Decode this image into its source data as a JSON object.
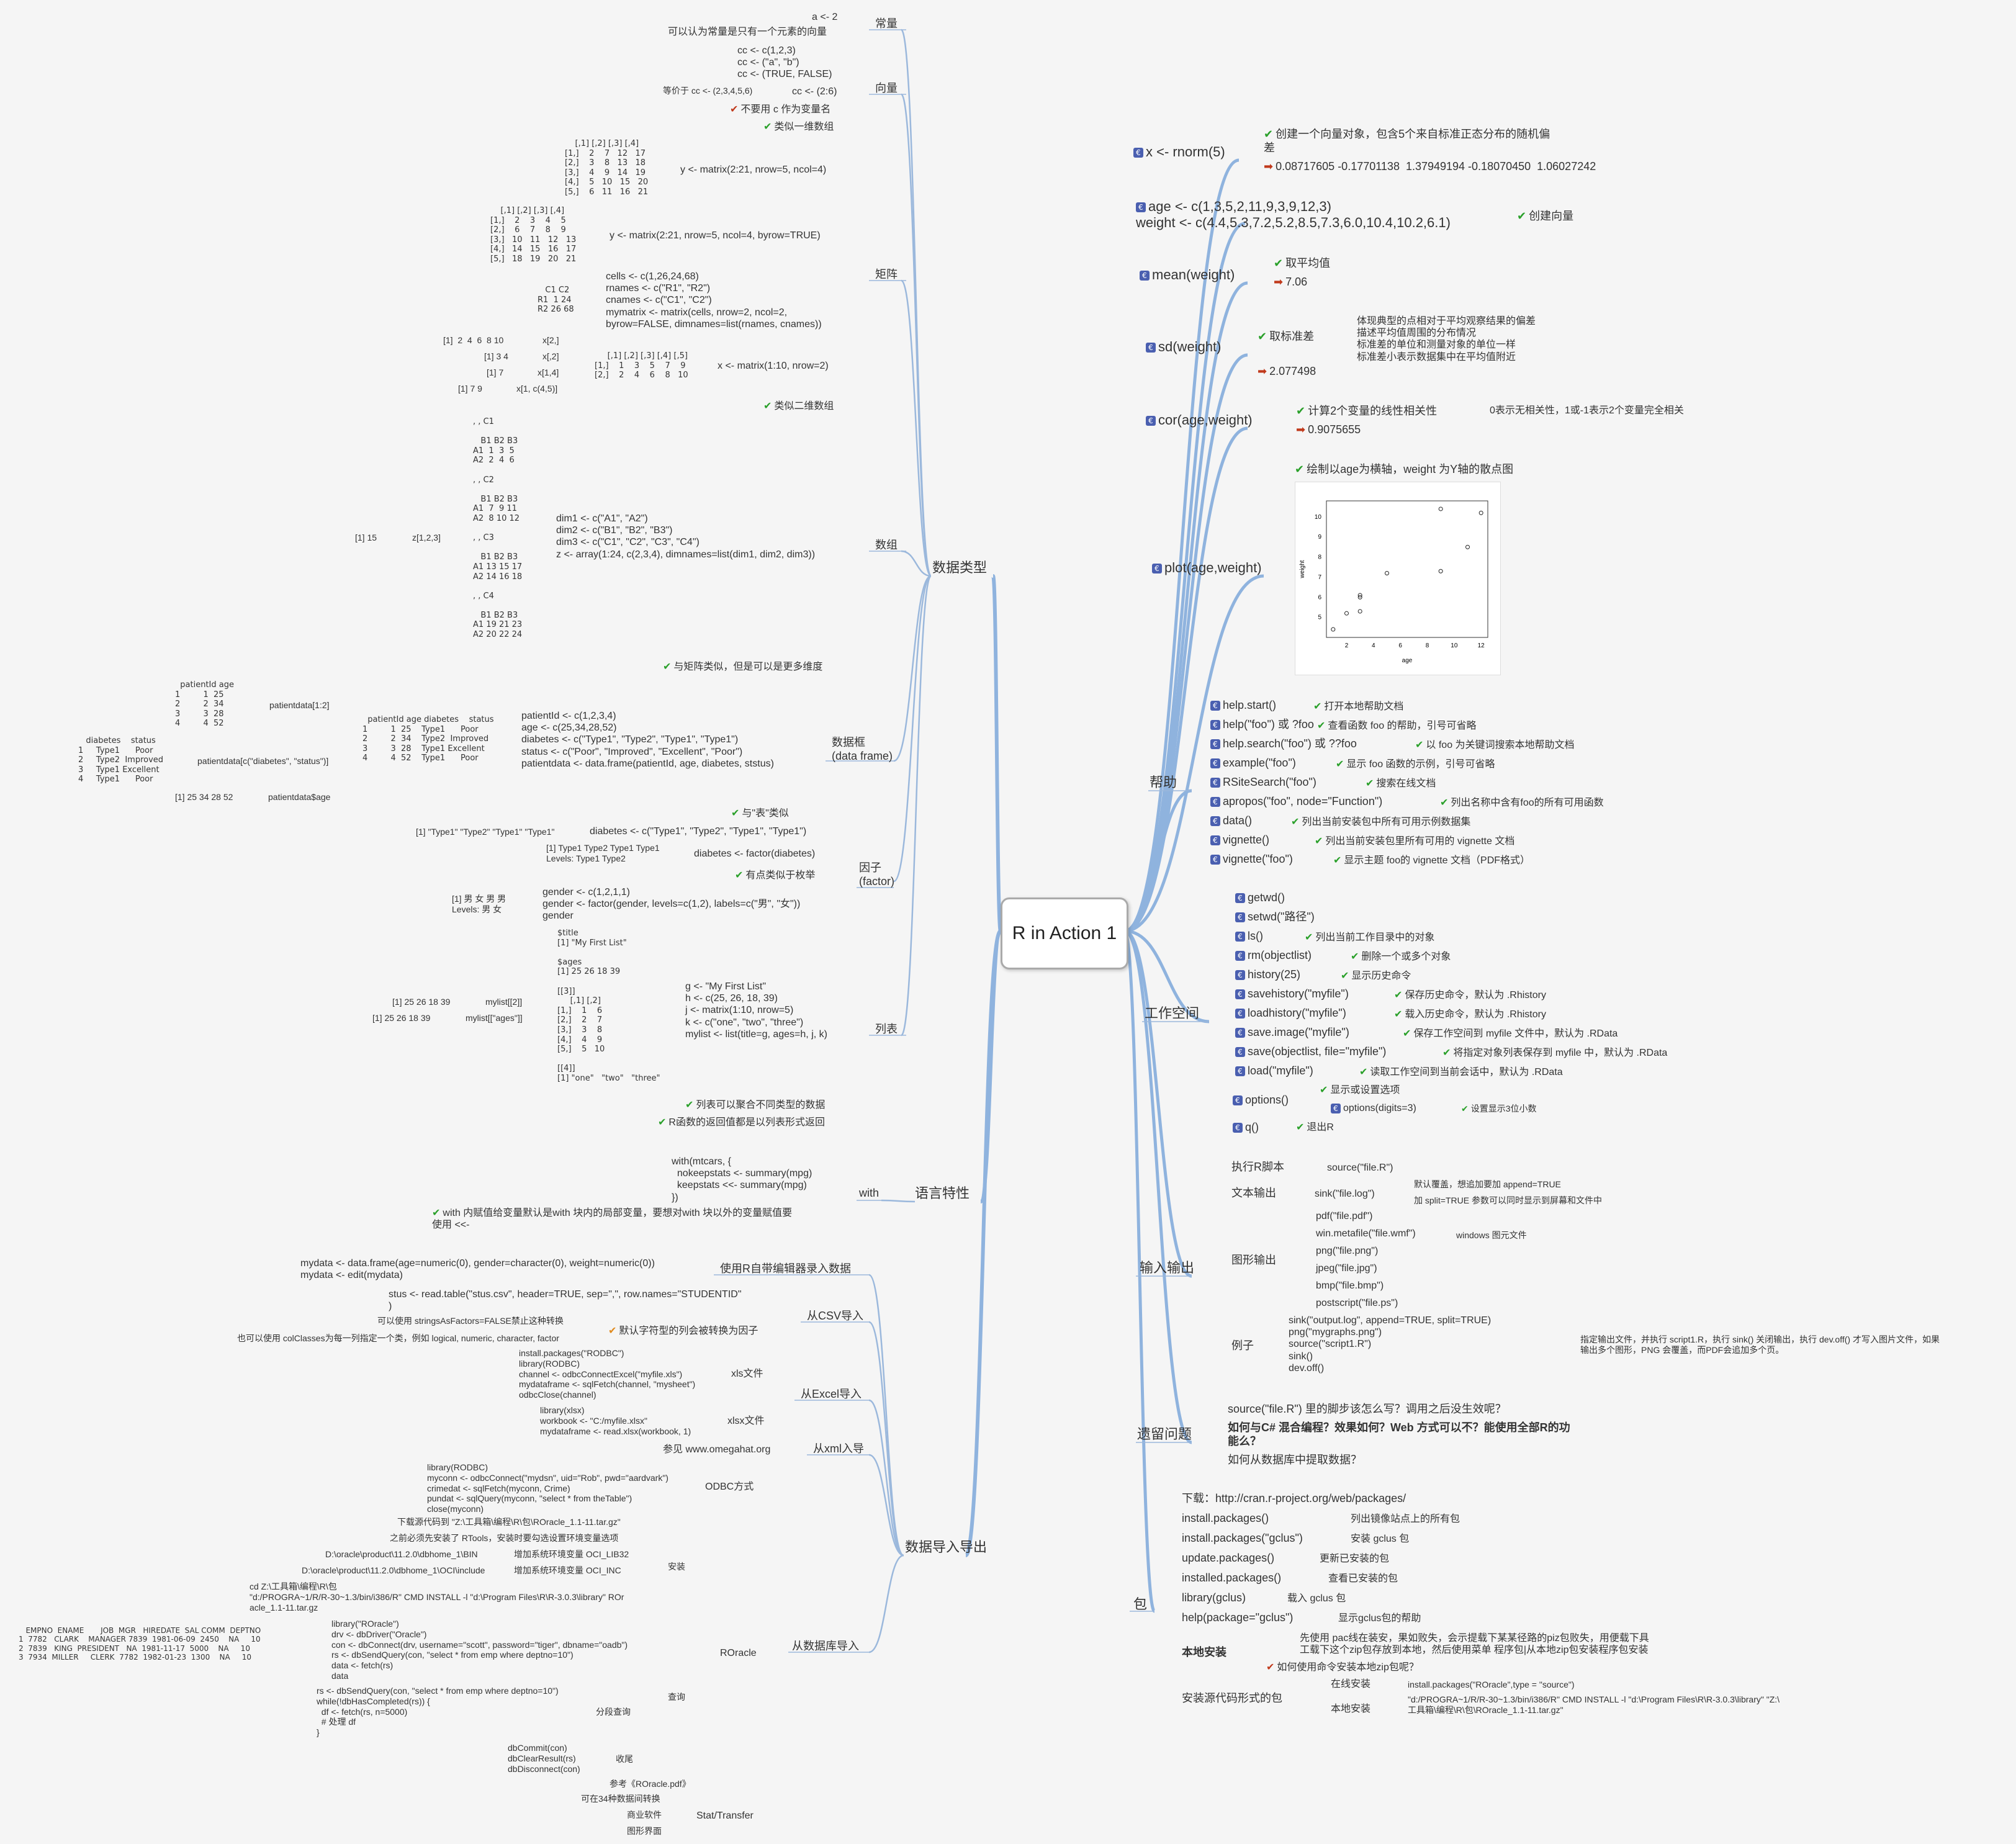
{
  "root": "R in Action 1",
  "left": {
    "data_types": "数据类型",
    "constant": "常量",
    "constant_code": "a <- 2",
    "constant_note": "可以认为常量是只有一个元素的向量",
    "vector": "向量",
    "vector_code": "cc <- c(1,2,3)\ncc <- (\"a\", \"b\")\ncc <- (TRUE, FALSE)",
    "vector_equiv": "等价于 cc <- (2,3,4,5,6)",
    "vector_range": "cc <- (2:6)",
    "vector_warn": "不要用 c 作为变量名",
    "vector_note": "类似一维数组",
    "matrix": "矩阵",
    "matrix_out1": "    [,1] [,2] [,3] [,4]\n[1,]    2    7   12   17\n[2,]    3    8   13   18\n[3,]    4    9   14   19\n[4,]    5   10   15   20\n[5,]    6   11   16   21",
    "matrix_code1": "y <- matrix(2:21, nrow=5, ncol=4)",
    "matrix_out2": "    [,1] [,2] [,3] [,4]\n[1,]    2    3    4    5\n[2,]    6    7    8    9\n[3,]   10   11   12   13\n[4,]   14   15   16   17\n[5,]   18   19   20   21",
    "matrix_code2": "y <- matrix(2:21, nrow=5, ncol=4, byrow=TRUE)",
    "matrix_out3": "   C1 C2\nR1  1 24\nR2 26 68",
    "matrix_code3": "cells <- c(1,26,24,68)\nrnames <- c(\"R1\", \"R2\")\ncnames <- c(\"C1\", \"C2\")\nmymatrix <- matrix(cells, nrow=2, ncol=2,\nbyrow=FALSE, dimnames=list(rnames, cnames))",
    "matrix_idx": [
      {
        "out": "[1]  2  4  6  8 10",
        "expr": "x[2,]"
      },
      {
        "out": "[1] 3 4",
        "expr": "x[,2]"
      },
      {
        "out": "[1] 7",
        "expr": "x[1,4]"
      },
      {
        "out": "[1] 7 9",
        "expr": "x[1, c(4,5)]"
      }
    ],
    "matrix_out4": "     [,1] [,2] [,3] [,4] [,5]\n[1,]    1    3    5    7    9\n[2,]    2    4    6    8   10",
    "matrix_code4": "x <- matrix(1:10, nrow=2)",
    "matrix_note": "类似二维数组",
    "array": "数组",
    "array_out": ", , C1\n\n   B1 B2 B3\nA1  1  3  5\nA2  2  4  6\n\n, , C2\n\n   B1 B2 B3\nA1  7  9 11\nA2  8 10 12\n\n, , C3\n\n   B1 B2 B3\nA1 13 15 17\nA2 14 16 18\n\n, , C4\n\n   B1 B2 B3\nA1 19 21 23\nA2 20 22 24",
    "array_idx_out": "[1] 15",
    "array_idx": "z[1,2,3]",
    "array_code": "dim1 <- c(\"A1\", \"A2\")\ndim2 <- c(\"B1\", \"B2\", \"B3\")\ndim3 <- c(\"C1\", \"C2\", \"C3\", \"C4\")\nz <- array(1:24, c(2,3,4), dimnames=list(dim1, dim2, dim3))",
    "array_note": "与矩阵类似，但是可以是更多维度",
    "df": "数据框\n(data frame)",
    "df_out1": "  patientId age\n1         1  25\n2         2  34\n3         3  28\n4         4  52",
    "df_idx1": "patientdata[1:2]",
    "df_out2": "   diabetes    status\n1     Type1      Poor\n2     Type2  Improved\n3     Type1 Excellent\n4     Type1      Poor",
    "df_idx2": "patientdata[c(\"diabetes\", \"status\")]",
    "df_out3": "[1] 25 34 28 52",
    "df_idx3": "patientdata$age",
    "df_out4": "  patientId age diabetes    status\n1         1  25    Type1      Poor\n2         2  34    Type2  Improved\n3         3  28    Type1 Excellent\n4         4  52    Type1      Poor",
    "df_code": "patientId <- c(1,2,3,4)\nage <- c(25,34,28,52)\ndiabetes <- c(\"Type1\", \"Type2\", \"Type1\", \"Type1\")\nstatus <- c(\"Poor\", \"Improved\", \"Excellent\", \"Poor\")\npatientdata <- data.frame(patientId, age, diabetes, ststus)",
    "df_note": "与\"表\"类似",
    "factor": "因子\n(factor)",
    "factor_out1": "[1] \"Type1\" \"Type2\" \"Type1\" \"Type1\"",
    "factor_code1": "diabetes <- c(\"Type1\", \"Type2\", \"Type1\", \"Type1\")",
    "factor_out2": "[1] Type1 Type2 Type1 Type1\nLevels: Type1 Type2",
    "factor_code2": "diabetes <- factor(diabetes)",
    "factor_note": "有点类似于枚举",
    "factor_out3": "[1] 男 女 男 男\nLevels: 男 女",
    "factor_code3": "gender <- c(1,2,1,1)\ngender <- factor(gender, levels=c(1,2), labels=c(\"男\", \"女\"))\ngender",
    "list": "列表",
    "list_out": "$title\n[1] \"My First List\"\n\n$ages\n[1] 25 26 18 39\n\n[[3]]\n     [,1] [,2]\n[1,]    1    6\n[2,]    2    7\n[3,]    3    8\n[4,]    4    9\n[5,]    5   10\n\n[[4]]\n[1] \"one\"   \"two\"   \"three\"",
    "list_idx": [
      {
        "out": "[1] 25 26 18 39",
        "expr": "mylist[[2]]"
      },
      {
        "out": "[1] 25 26 18 39",
        "expr": "mylist[[\"ages\"]]"
      }
    ],
    "list_code": "g <- \"My First List\"\nh <- c(25, 26, 18, 39)\nj <- matrix(1:10, nrow=5)\nk <- c(\"one\", \"two\", \"three\")\nmylist <- list(title=g, ages=h, j, k)",
    "list_note1": "列表可以聚合不同类型的数据",
    "list_note2": "R函数的返回值都是以列表形式返回",
    "lang": "语言特性",
    "with": "with",
    "with_code": "with(mtcars, {\n  nokeepstats <- summary(mpg)\n  keepstats <<- summary(mpg)\n})",
    "with_note": "with 内赋值给变量默认是with 块内的局部变量，要想对with 块以外的变量赋值要\n使用 <<-",
    "io": "数据导入导出",
    "editor": "使用R自带编辑器录入数据",
    "editor_code": "mydata <- data.frame(age=numeric(0), gender=character(0), weight=numeric(0))\nmydata <- edit(mydata)",
    "csv": "从CSV导入",
    "csv_code": "stus <- read.table(\"stus.csv\", header=TRUE, sep=\",\", row.names=\"STUDENTID\"\n)",
    "csv_note": "默认字符型的列会被转换为因子",
    "csv_tip1": "可以使用 stringsAsFactors=FALSE禁止这种转换",
    "csv_tip2": "也可以使用 colClasses为每一列指定一个类，例如 logical, numeric, character, factor",
    "excel": "从Excel导入",
    "xls": "xls文件",
    "xls_code": "install.packages(\"RODBC\")\nlibrary(RODBC)\nchannel <- odbcConnectExcel(\"myfile.xls\")\nmydataframe <- sqlFetch(channel, \"mysheet\")\nodbcClose(channel)",
    "xlsx": "xlsx文件",
    "xlsx_code": "library(xlsx)\nworkbook <- \"C:/myfile.xlsx\"\nmydataframe <- read.xlsx(workbook, 1)",
    "xml": "从xml入导",
    "xml_ref": "参见 www.omegahat.org",
    "odbc": "ODBC方式",
    "odbc_code": "library(RODBC)\nmyconn <- odbcConnect(\"mydsn\", uid=\"Rob\", pwd=\"aardvark\")\ncrimedat <- sqlFetch(myconn, Crime)\npundat <- sqlQuery(myconn, \"select * from theTable\")\nclose(myconn)",
    "db": "从数据库导入",
    "roracle": "ROracle",
    "install": "安装",
    "install_items": [
      "下载源代码到 \"Z:\\工具箱\\编程\\R\\包\\ROracle_1.1-11.tar.gz\"",
      "之前必须先安装了 RTools，安装时要勾选设置环境变量选项"
    ],
    "env1_path": "D:\\oracle\\product\\11.2.0\\dbhome_1\\BIN",
    "env1": "增加系统环境变量 OCI_LIB32",
    "env2_path": "D:\\oracle\\product\\11.2.0\\dbhome_1\\OCI\\include",
    "env2": "增加系统环境变量 OCI_INC",
    "install_cmd": "cd Z:\\工具箱\\编程\\R\\包\n\"d:/PROGRA~1/R/R-30~1.3/bin/i386/R\" CMD INSTALL -l \"d:\\Program Files\\R\\R-3.0.3\\library\" ROr\nacle_1.1-11.tar.gz",
    "query": "查询",
    "query_out": "   EMPNO  ENAME       JOB  MGR   HIREDATE  SAL COMM  DEPTNO\n1  7782   CLARK    MANAGER 7839  1981-06-09  2450    NA     10\n2  7839   KING  PRESIDENT   NA  1981-11-17  5000    NA     10\n3  7934  MILLER     CLERK  7782  1982-01-23  1300    NA     10",
    "query_code": "library(\"ROracle\")\ndrv <- dbDriver(\"Oracle\")\ncon <- dbConnect(drv, username=\"scott\", password=\"tiger\", dbname=\"oadb\")\nrs <- dbSendQuery(con, \"select * from emp where deptno=10\")\ndata <- fetch(rs)\ndata",
    "paged": "分段查询",
    "paged_code": "rs <- dbSendQuery(con, \"select * from emp where deptno=10\")\nwhile(!dbHasCompleted(rs)) {\n  df <- fetch(rs, n=5000)\n  # 处理 df\n}",
    "cleanup": "收尾",
    "cleanup_code": "dbCommit(con)\ndbClearResult(rs)\ndbDisconnect(con)",
    "roracle_ref": "参考《ROracle.pdf》",
    "stat": "Stat/Transfer",
    "stat_items": [
      "可在34种数据间转换",
      "商业软件",
      "图形界面"
    ]
  },
  "right": {
    "rnorm": "x <- rnorm(5)",
    "rnorm_note": "创建一个向量对象，包含5个来自标准正态分布的随机偏\n差",
    "rnorm_out": "0.08717605 -0.17701138  1.37949194 -0.18070450  1.06027242",
    "agew": "age <- c(1,3,5,2,11,9,3,9,12,3)\nweight <- c(4.4,5.3,7.2,5.2,8.5,7.3,6.0,10.4,10.2,6.1)",
    "agew_note": "创建向量",
    "mean": "mean(weight)",
    "mean_note": "取平均值",
    "mean_out": "7.06",
    "sd": "sd(weight)",
    "sd_note": "取标准差",
    "sd_desc": "体现典型的点相对于平均观察结果的偏差\n描述平均值周围的分布情况\n标准差的单位和测量对象的单位一样\n标准差小表示数据集中在平均值附近",
    "sd_out": "2.077498",
    "cor": "cor(age,weight)",
    "cor_note": "计算2个变量的线性相关性",
    "cor_desc": "0表示无相关性，1或-1表示2个变量完全相关",
    "cor_out": "0.9075655",
    "plot": "plot(age,weight)",
    "plot_note": "绘制以age为横轴，weight 为Y轴的散点图",
    "help": "帮助",
    "help_items": [
      {
        "fn": "help.start()",
        "desc": "打开本地帮助文档"
      },
      {
        "fn": "help(\"foo\") 或 ?foo",
        "desc": "查看函数 foo 的帮助，引号可省略"
      },
      {
        "fn": "help.search(\"foo\") 或 ??foo",
        "desc": "以 foo 为关键词搜索本地帮助文档"
      },
      {
        "fn": "example(\"foo\")",
        "desc": "显示 foo 函数的示例，引号可省略"
      },
      {
        "fn": "RSiteSearch(\"foo\")",
        "desc": "搜索在线文档"
      },
      {
        "fn": "apropos(\"foo\", node=\"Function\")",
        "desc": "列出名称中含有foo的所有可用函数"
      },
      {
        "fn": "data()",
        "desc": "列出当前安装包中所有可用示例数据集"
      },
      {
        "fn": "vignette()",
        "desc": "列出当前安装包里所有可用的 vignette 文档"
      },
      {
        "fn": "vignette(\"foo\")",
        "desc": "显示主题 foo的 vignette 文档（PDF格式）"
      }
    ],
    "ws": "工作空间",
    "ws_items": [
      {
        "fn": "getwd()",
        "desc": ""
      },
      {
        "fn": "setwd(\"路径\")",
        "desc": ""
      },
      {
        "fn": "ls()",
        "desc": "列出当前工作目录中的对象"
      },
      {
        "fn": "rm(objectlist)",
        "desc": "删除一个或多个对象"
      },
      {
        "fn": "history(25)",
        "desc": "显示历史命令"
      },
      {
        "fn": "savehistory(\"myfile\")",
        "desc": "保存历史命令，默认为 .Rhistory"
      },
      {
        "fn": "loadhistory(\"myfile\")",
        "desc": "载入历史命令，默认为 .Rhistory"
      },
      {
        "fn": "save.image(\"myfile\")",
        "desc": "保存工作空间到 myfile 文件中，默认为 .RData"
      },
      {
        "fn": "save(objectlist, file=\"myfile\")",
        "desc": "将指定对象列表保存到 myfile 中，默认为 .RData"
      },
      {
        "fn": "load(\"myfile\")",
        "desc": "读取工作空间到当前会话中，默认为 .RData"
      }
    ],
    "options": "options()",
    "options_note": "显示或设置选项",
    "options_sub": "options(digits=3)",
    "options_sub_note": "设置显示3位小数",
    "quit": "q()",
    "quit_note": "退出R",
    "io": "输入输出",
    "script": "执行R脚本",
    "script_code": "source(\"file.R\")",
    "text_out": "文本输出",
    "sink": "sink(\"file.log\")",
    "sink_note1": "默认覆盖，想追加要加 append=TRUE",
    "sink_note2": "加 split=TRUE 参数可以同时显示到屏幕和文件中",
    "graph_out": "图形输出",
    "graph_items": [
      "pdf(\"file.pdf\")",
      "win.metafile(\"file.wmf\")",
      "png(\"file.png\")",
      "jpeg(\"file.jpg\")",
      "bmp(\"file.bmp\")",
      "postscript(\"file.ps\")"
    ],
    "wmf_note": "windows 图元文件",
    "example": "例子",
    "example_code": "sink(\"output.log\", append=TRUE, split=TRUE)\npng(\"mygraphs.png\")\nsource(\"script1.R\")\nsink()\ndev.off()",
    "example_note": "指定输出文件，并执行 script1.R，执行 sink() 关闭输出，执行 dev.off() 才写入图片文件，如果\n输出多个图形，PNG 会覆盖，而PDF会追加多个页。",
    "issues": "遗留问题",
    "issue_items": [
      "source(\"file.R\") 里的脚步该怎么写？调用之后没生效呢？",
      "如何与C# 混合编程？效果如何？Web 方式可以不？能使用全部R的功\n能么？",
      "如何从数据库中提取数据？"
    ],
    "pkg": "包",
    "pkg_items": [
      {
        "fn": "下载：http://cran.r-project.org/web/packages/",
        "desc": ""
      },
      {
        "fn": "install.packages()",
        "desc": "列出镜像站点上的所有包"
      },
      {
        "fn": "install.packages(\"gclus\")",
        "desc": "安装 gclus 包"
      },
      {
        "fn": "update.packages()",
        "desc": "更新已安装的包"
      },
      {
        "fn": "installed.packages()",
        "desc": "查看已安装的包"
      },
      {
        "fn": "library(gclus)",
        "desc": "载入 gclus 包"
      },
      {
        "fn": "help(package=\"gclus\")",
        "desc": "显示gclus包的帮助"
      }
    ],
    "local": "本地安装",
    "local_note": "先使用 pac线在装安，果如败失，会示提载下某某径路的piz包败失，用便载下具\n工载下这个zip包存放到本地，然后使用菜单 程序包|从本地zip包安装程序包安装",
    "local_q": "如何使用命令安装本地zip包呢？",
    "src": "安装源代码形式的包",
    "online": "在线安装",
    "online_code": "install.packages(\"ROracle\",type = \"source\")",
    "local2": "本地安装",
    "local2_code": "\"d:/PROGRA~1/R/R-30~1.3/bin/i386/R\" CMD INSTALL -l \"d:\\Program Files\\R\\R-3.0.3\\library\" \"Z:\\\n工具箱\\编程\\R\\包\\ROracle_1.1-11.tar.gz\""
  },
  "chart_data": {
    "type": "scatter",
    "x": [
      1,
      3,
      5,
      2,
      11,
      9,
      3,
      9,
      12,
      3
    ],
    "y": [
      4.4,
      5.3,
      7.2,
      5.2,
      8.5,
      7.3,
      6.0,
      10.4,
      10.2,
      6.1
    ],
    "xlabel": "age",
    "ylabel": "weight",
    "xlim": [
      0.5,
      12.5
    ],
    "ylim": [
      4,
      10.8
    ],
    "xticks": [
      2,
      4,
      6,
      8,
      10,
      12
    ],
    "yticks": [
      5,
      6,
      7,
      8,
      9,
      10
    ]
  },
  "colors": {
    "branch": "#8fb3de",
    "line": "#9bb8dc",
    "check": "#2aa02a",
    "arrow": "#c0391b",
    "icon": "#4a5fb0"
  }
}
